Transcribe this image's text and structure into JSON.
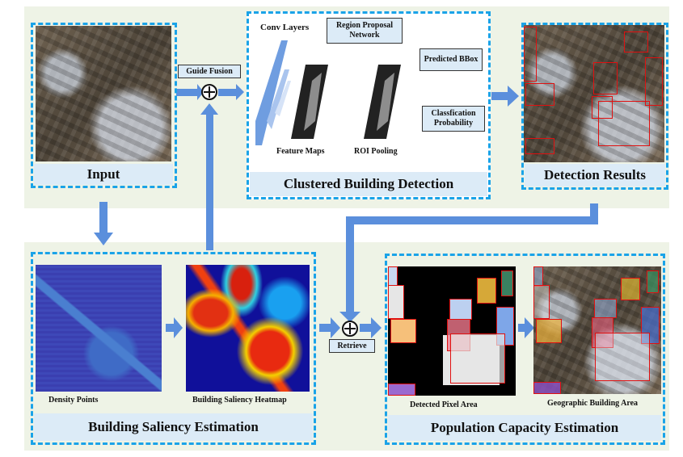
{
  "input": {
    "label": "Input"
  },
  "guide_fusion": {
    "label": "Guide Fusion"
  },
  "detection": {
    "title": "Clustered Building Detection",
    "conv_layers": "Conv Layers",
    "rpn": "Region Proposal Network",
    "feature_maps": "Feature Maps",
    "roi_pooling": "ROI Pooling",
    "predicted_bbox": "Predicted BBox",
    "classification": "Classfication Probability"
  },
  "detection_results": {
    "label": "Detection Results"
  },
  "saliency": {
    "title": "Building Saliency Estimation",
    "density_points": "Density Points",
    "heatmap": "Building Saliency Heatmap"
  },
  "retrieve": {
    "label": "Retrieve"
  },
  "population": {
    "title": "Population Capacity Estimation",
    "pixel_area": "Detected Pixel Area",
    "geo_area": "Geographic Building Area"
  },
  "colors": {
    "dash": "#1aa3e8",
    "arrow": "#5b8fdc",
    "label_bg": "#dcebf7",
    "band": "#eef3e6",
    "bbox": "#e01010"
  }
}
